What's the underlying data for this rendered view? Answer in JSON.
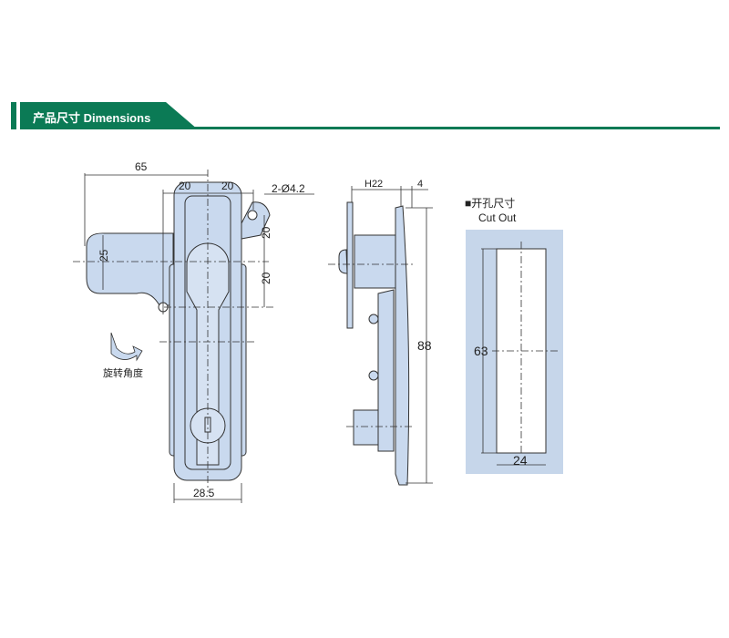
{
  "header": {
    "title": "产品尺寸 Dimensions"
  },
  "front_view": {
    "dim_overall_width": "65",
    "dim_left_offset": "20",
    "dim_right_offset": "20",
    "holes_label": "2-Ø4.2",
    "dim_lug_height": "25",
    "dim_upper_vertical": "20",
    "dim_lower_vertical": "20",
    "rotation_label": "旋转角度",
    "dim_body_width": "28.5"
  },
  "side_view": {
    "dim_depth": "H22",
    "dim_flange": "4",
    "dim_height": "88"
  },
  "cutout": {
    "title": "■开孔尺寸",
    "subtitle": "Cut Out",
    "dim_height": "63",
    "dim_width": "24"
  },
  "colors": {
    "brand_green": "#0b7a55",
    "part_fill": "#c9d9ee",
    "line": "#333333"
  }
}
